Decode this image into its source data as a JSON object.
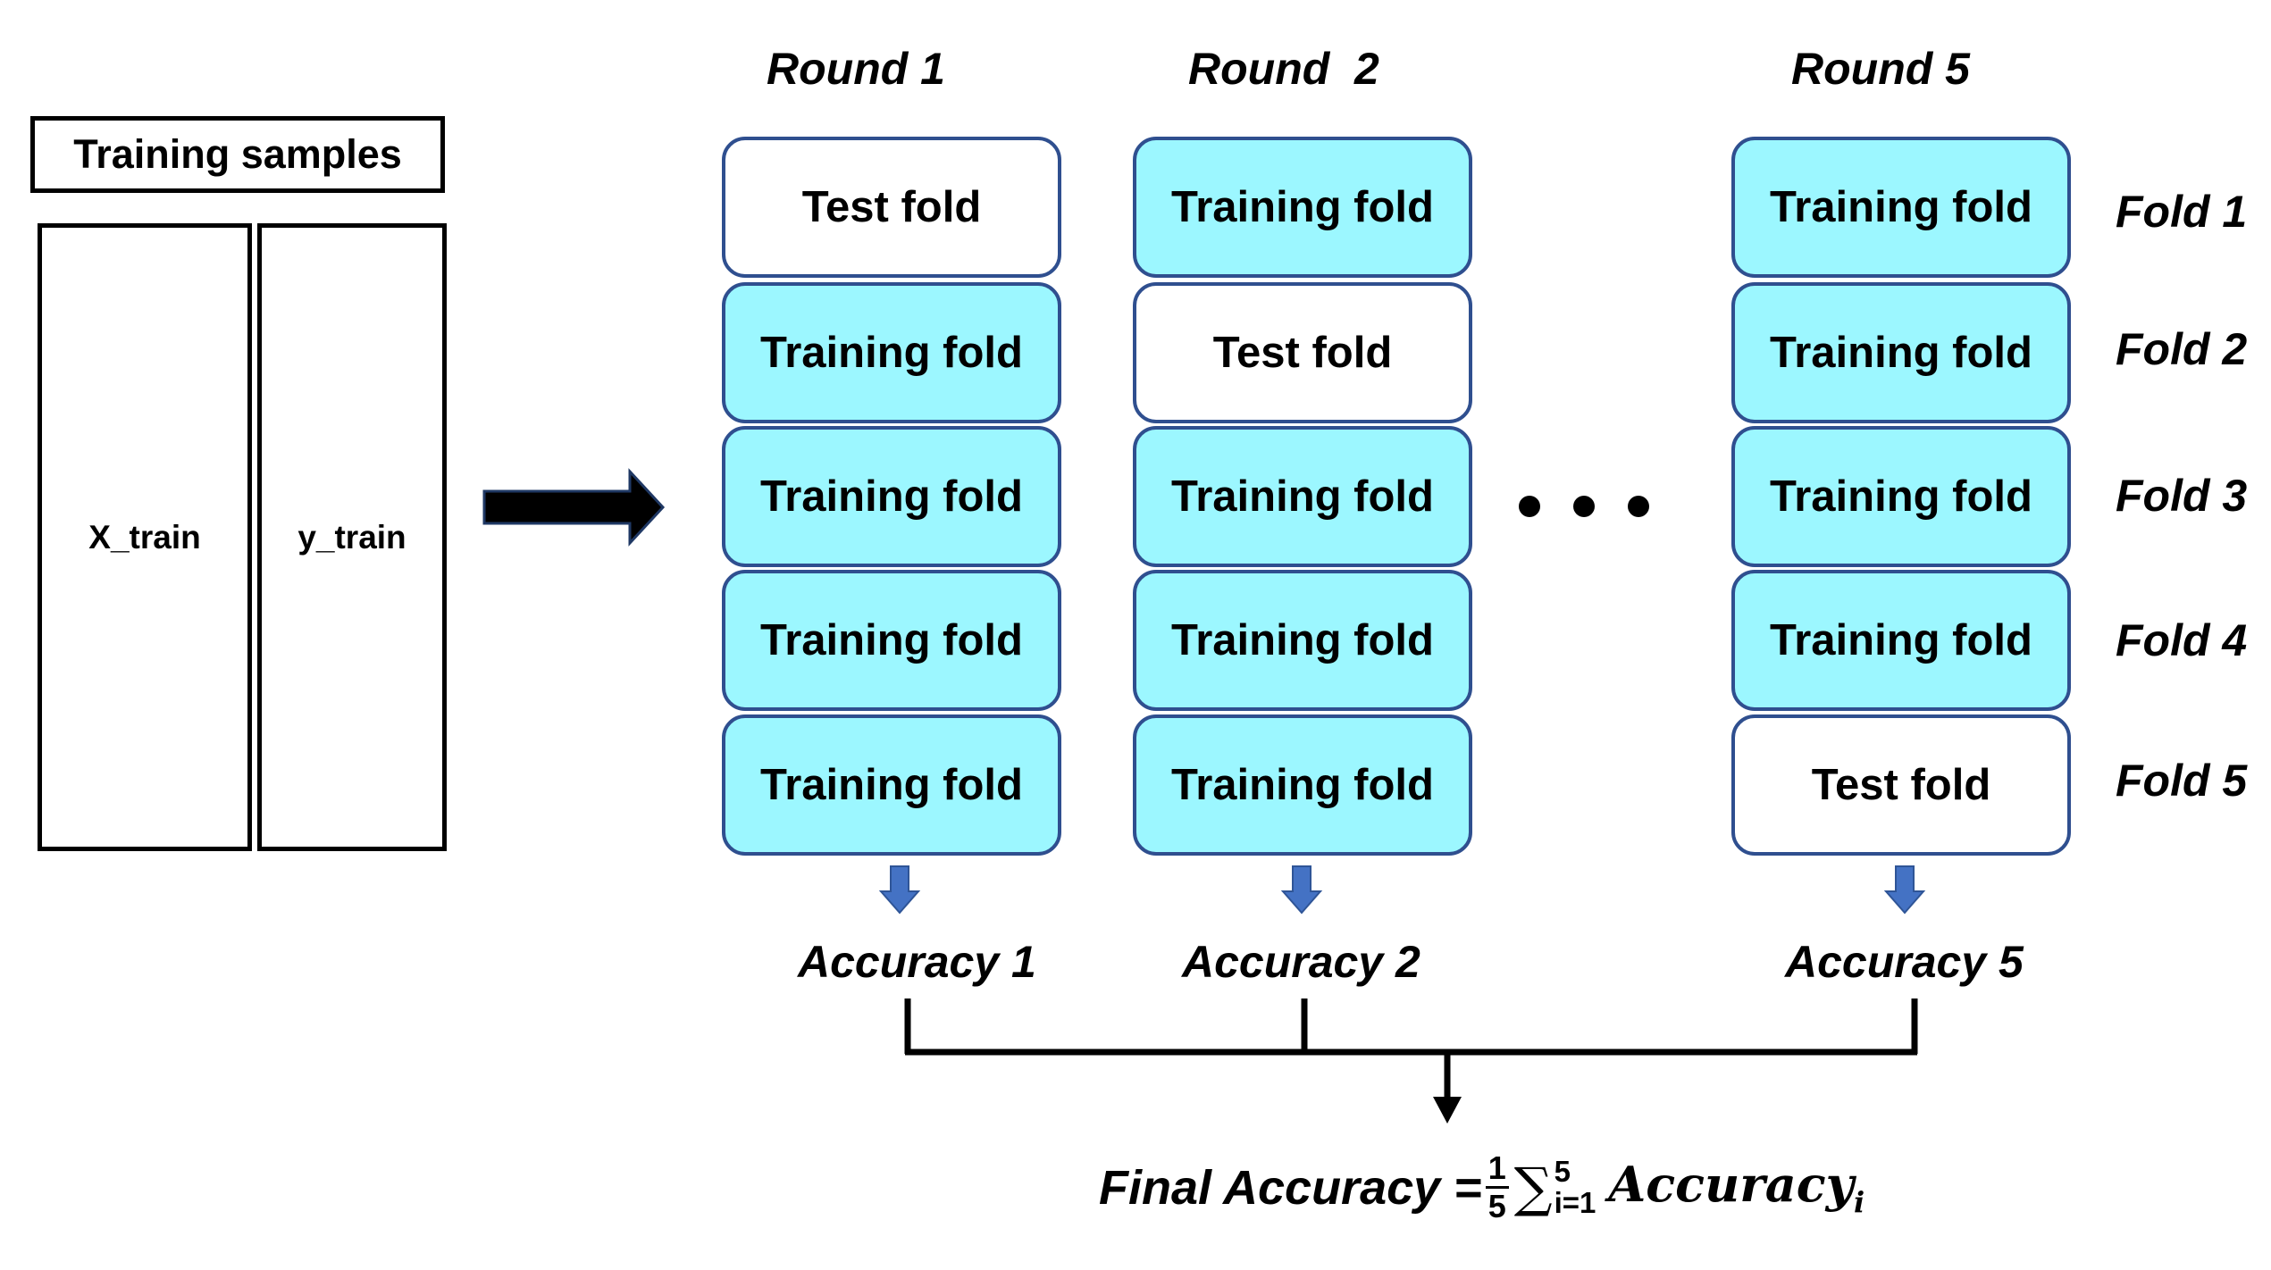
{
  "training_samples": {
    "title": "Training samples",
    "columns": [
      "X_train",
      "y_train"
    ]
  },
  "rounds": [
    {
      "title": "Round 1",
      "folds": [
        {
          "label": "Test fold",
          "kind": "test"
        },
        {
          "label": "Training fold",
          "kind": "training"
        },
        {
          "label": "Training fold",
          "kind": "training"
        },
        {
          "label": "Training fold",
          "kind": "training"
        },
        {
          "label": "Training fold",
          "kind": "training"
        }
      ],
      "accuracy": "Accuracy 1"
    },
    {
      "title": "Round  2",
      "folds": [
        {
          "label": "Training fold",
          "kind": "training"
        },
        {
          "label": "Test fold",
          "kind": "test"
        },
        {
          "label": "Training fold",
          "kind": "training"
        },
        {
          "label": "Training fold",
          "kind": "training"
        },
        {
          "label": "Training fold",
          "kind": "training"
        }
      ],
      "accuracy": "Accuracy 2"
    },
    {
      "title": "Round 5",
      "folds": [
        {
          "label": "Training fold",
          "kind": "training"
        },
        {
          "label": "Training fold",
          "kind": "training"
        },
        {
          "label": "Training fold",
          "kind": "training"
        },
        {
          "label": "Training fold",
          "kind": "training"
        },
        {
          "label": "Test fold",
          "kind": "test"
        }
      ],
      "accuracy": "Accuracy 5"
    }
  ],
  "fold_labels": [
    "Fold 1",
    "Fold 2",
    "Fold 3",
    "Fold 4",
    "Fold 5"
  ],
  "formula": {
    "lhs": "Final Accuracy =",
    "frac_num": "1",
    "frac_den": "5",
    "sum_symbol": "∑",
    "sum_upper": "5",
    "sum_lower": "i=1",
    "term": "Accuracy",
    "term_sub": "i"
  },
  "colors": {
    "training_fill": "#9cf7ff",
    "fold_border": "#2f4f8f",
    "down_arrow": "#4472c4"
  }
}
